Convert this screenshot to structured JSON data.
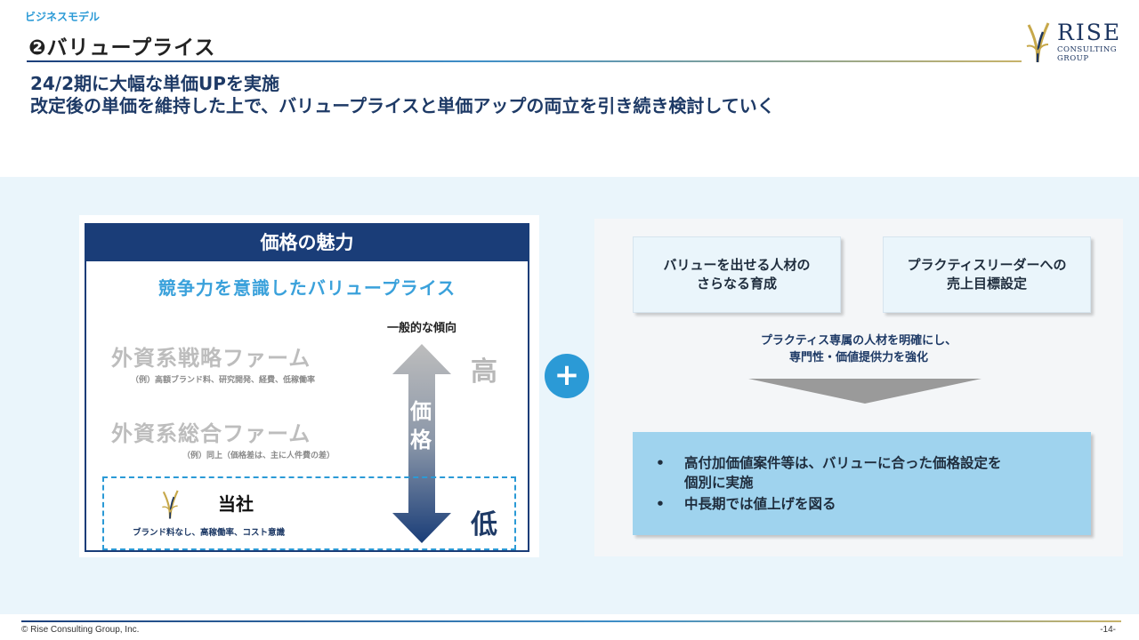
{
  "header": {
    "section": "ビジネスモデル",
    "title": "❷バリュープライス"
  },
  "logo": {
    "name": "RISE",
    "sub_line1": "CONSULTING",
    "sub_line2": "GROUP"
  },
  "lead": {
    "line1": "24/2期に大幅な単価UPを実施",
    "line2": "改定後の単価を維持した上で、バリュープライスと単価アップの両立を引き続き検討していく"
  },
  "left": {
    "heading": "価格の魅力",
    "subheading": "競争力を意識したバリュープライス",
    "trend_label": "一般的な傾向",
    "high_label": "高",
    "low_label": "低",
    "axis_label_1": "価",
    "axis_label_2": "格",
    "firms": [
      {
        "name": "外資系戦略ファーム",
        "note": "（例）高額ブランド料、研究開発、経費、低稼働率"
      },
      {
        "name": "外資系総合ファーム",
        "note": "（例）同上（価格差は、主に人件費の差）"
      }
    ],
    "ours": {
      "name": "当社",
      "note": "ブランド料なし、高稼働率、コスト意識"
    }
  },
  "plus_symbol": "+",
  "right": {
    "card1_line1": "バリューを出せる人材の",
    "card1_line2": "さらなる育成",
    "card2_line1": "プラクティスリーダーへの",
    "card2_line2": "売上目標設定",
    "middle_line1": "プラクティス専属の人材を明確にし、",
    "middle_line2": "専門性・価値提供力を強化",
    "bullets": [
      {
        "line1": "高付加価値案件等は、バリューに合った価格設定を",
        "line2": "個別に実施"
      },
      {
        "line1": "中長期では値上げを図る",
        "line2": ""
      }
    ]
  },
  "footer": {
    "copyright": "© Rise Consulting Group, Inc.",
    "page": "-14-"
  },
  "colors": {
    "navy": "#1a3d78",
    "accent_blue": "#2b9ad6",
    "light_band": "#eaf5fb",
    "result_blue": "#9fd3ee",
    "gold": "#c7a84a"
  },
  "icons": {
    "logo_mark": "wheat-logo-icon",
    "price_arrow": "double-arrow-icon",
    "down_arrow": "down-triangle-icon"
  }
}
